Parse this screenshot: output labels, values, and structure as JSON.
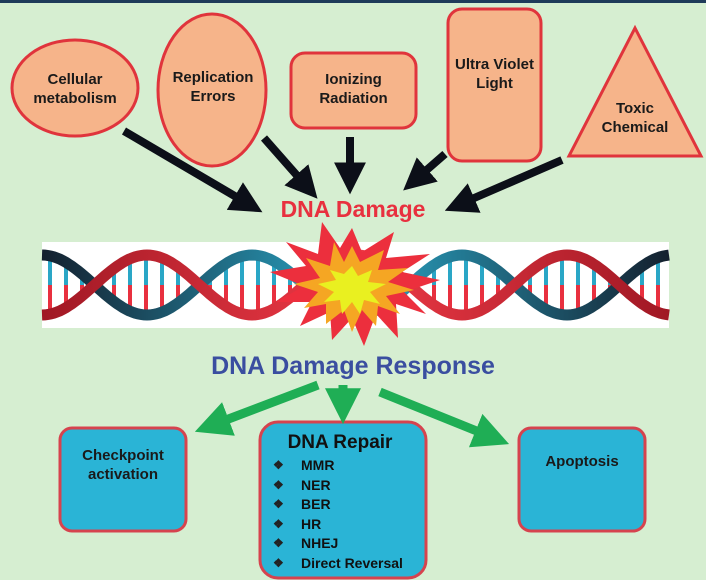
{
  "causes": [
    {
      "id": "cellular-metabolism",
      "shape": "ellipse",
      "lines": [
        "Cellular",
        "metabolism"
      ]
    },
    {
      "id": "replication-errors",
      "shape": "ellipse",
      "lines": [
        "Replication",
        "Errors"
      ]
    },
    {
      "id": "ionizing-radiation",
      "shape": "rounded-rect",
      "lines": [
        "Ionizing",
        "Radiation"
      ]
    },
    {
      "id": "ultra-violet-light",
      "shape": "rounded-rect",
      "lines": [
        "Ultra Violet",
        "Light"
      ]
    },
    {
      "id": "toxic-chemical",
      "shape": "triangle",
      "lines": [
        "Toxic",
        "Chemical"
      ]
    }
  ],
  "damage_title": "DNA Damage",
  "response_title": "DNA Damage Response",
  "outcomes": {
    "checkpoint": {
      "lines": [
        "Checkpoint",
        "activation"
      ]
    },
    "repair": {
      "title": "DNA Repair",
      "bullet_icon": "❖",
      "items": [
        "MMR",
        "NER",
        "BER",
        "HR",
        "NHEJ",
        "Direct Reversal"
      ]
    },
    "apoptosis": {
      "lines": [
        "Apoptosis"
      ]
    }
  },
  "colors": {
    "background": "#d6eed1",
    "cause_fill": "#f6b48a",
    "cause_stroke": "#e0343c",
    "outcome_fill": "#2ab4d6",
    "outcome_stroke": "#d6434e",
    "damage_text": "#e8303f",
    "response_text": "#3a4ea0",
    "cause_arrow": "#0c0f18",
    "response_arrow": "#1fae55",
    "strand_red": "#e8303f",
    "strand_teal": "#2aa6c6",
    "strand_dark": "#14202e"
  }
}
